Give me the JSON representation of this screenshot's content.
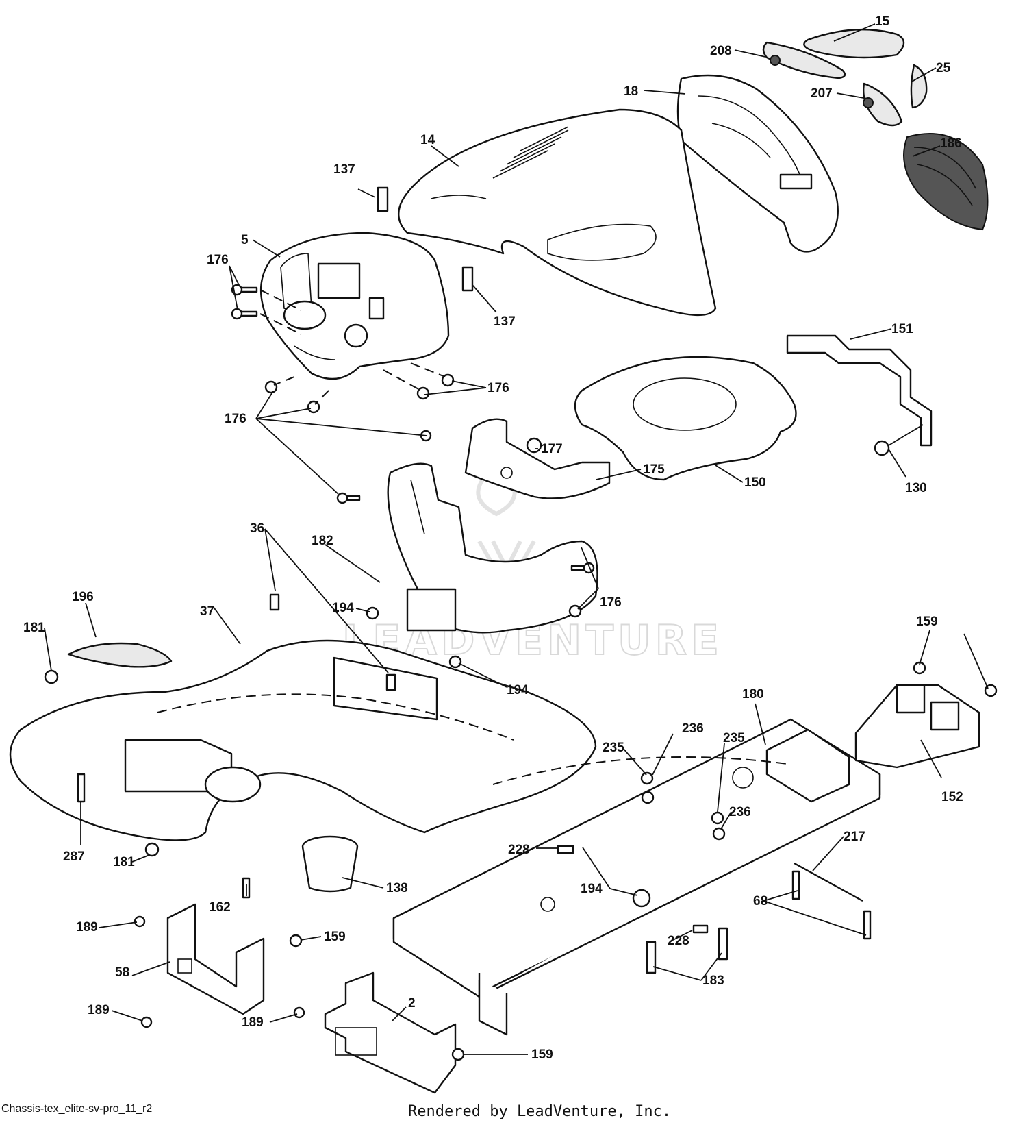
{
  "diagram_id": "Chassis-tex_elite-sv-pro_11_r2",
  "rendered_by": "Rendered by LeadVenture, Inc.",
  "watermark": "LEADVENTURE",
  "callouts": [
    {
      "id": "c-15",
      "label": "15"
    },
    {
      "id": "c-208",
      "label": "208"
    },
    {
      "id": "c-25",
      "label": "25"
    },
    {
      "id": "c-18",
      "label": "18"
    },
    {
      "id": "c-207",
      "label": "207"
    },
    {
      "id": "c-14",
      "label": "14"
    },
    {
      "id": "c-186",
      "label": "186"
    },
    {
      "id": "c-137a",
      "label": "137"
    },
    {
      "id": "c-5",
      "label": "5"
    },
    {
      "id": "c-176a",
      "label": "176"
    },
    {
      "id": "c-137b",
      "label": "137"
    },
    {
      "id": "c-151",
      "label": "151"
    },
    {
      "id": "c-176b",
      "label": "176"
    },
    {
      "id": "c-176c",
      "label": "176"
    },
    {
      "id": "c-177",
      "label": "177"
    },
    {
      "id": "c-175",
      "label": "175"
    },
    {
      "id": "c-150",
      "label": "150"
    },
    {
      "id": "c-130",
      "label": "130"
    },
    {
      "id": "c-182",
      "label": "182"
    },
    {
      "id": "c-36",
      "label": "36"
    },
    {
      "id": "c-176d",
      "label": "176"
    },
    {
      "id": "c-196",
      "label": "196"
    },
    {
      "id": "c-37",
      "label": "37"
    },
    {
      "id": "c-194a",
      "label": "194"
    },
    {
      "id": "c-181a",
      "label": "181"
    },
    {
      "id": "c-159a",
      "label": "159"
    },
    {
      "id": "c-194b",
      "label": "194"
    },
    {
      "id": "c-180",
      "label": "180"
    },
    {
      "id": "c-236a",
      "label": "236"
    },
    {
      "id": "c-235a",
      "label": "235"
    },
    {
      "id": "c-235b",
      "label": "235"
    },
    {
      "id": "c-152",
      "label": "152"
    },
    {
      "id": "c-236b",
      "label": "236"
    },
    {
      "id": "c-217",
      "label": "217"
    },
    {
      "id": "c-228a",
      "label": "228"
    },
    {
      "id": "c-287",
      "label": "287"
    },
    {
      "id": "c-181b",
      "label": "181"
    },
    {
      "id": "c-138",
      "label": "138"
    },
    {
      "id": "c-194c",
      "label": "194"
    },
    {
      "id": "c-68",
      "label": "68"
    },
    {
      "id": "c-162",
      "label": "162"
    },
    {
      "id": "c-189a",
      "label": "189"
    },
    {
      "id": "c-159b",
      "label": "159"
    },
    {
      "id": "c-228b",
      "label": "228"
    },
    {
      "id": "c-58",
      "label": "58"
    },
    {
      "id": "c-183",
      "label": "183"
    },
    {
      "id": "c-2",
      "label": "2"
    },
    {
      "id": "c-189b",
      "label": "189"
    },
    {
      "id": "c-189c",
      "label": "189"
    },
    {
      "id": "c-159c",
      "label": "159"
    }
  ]
}
